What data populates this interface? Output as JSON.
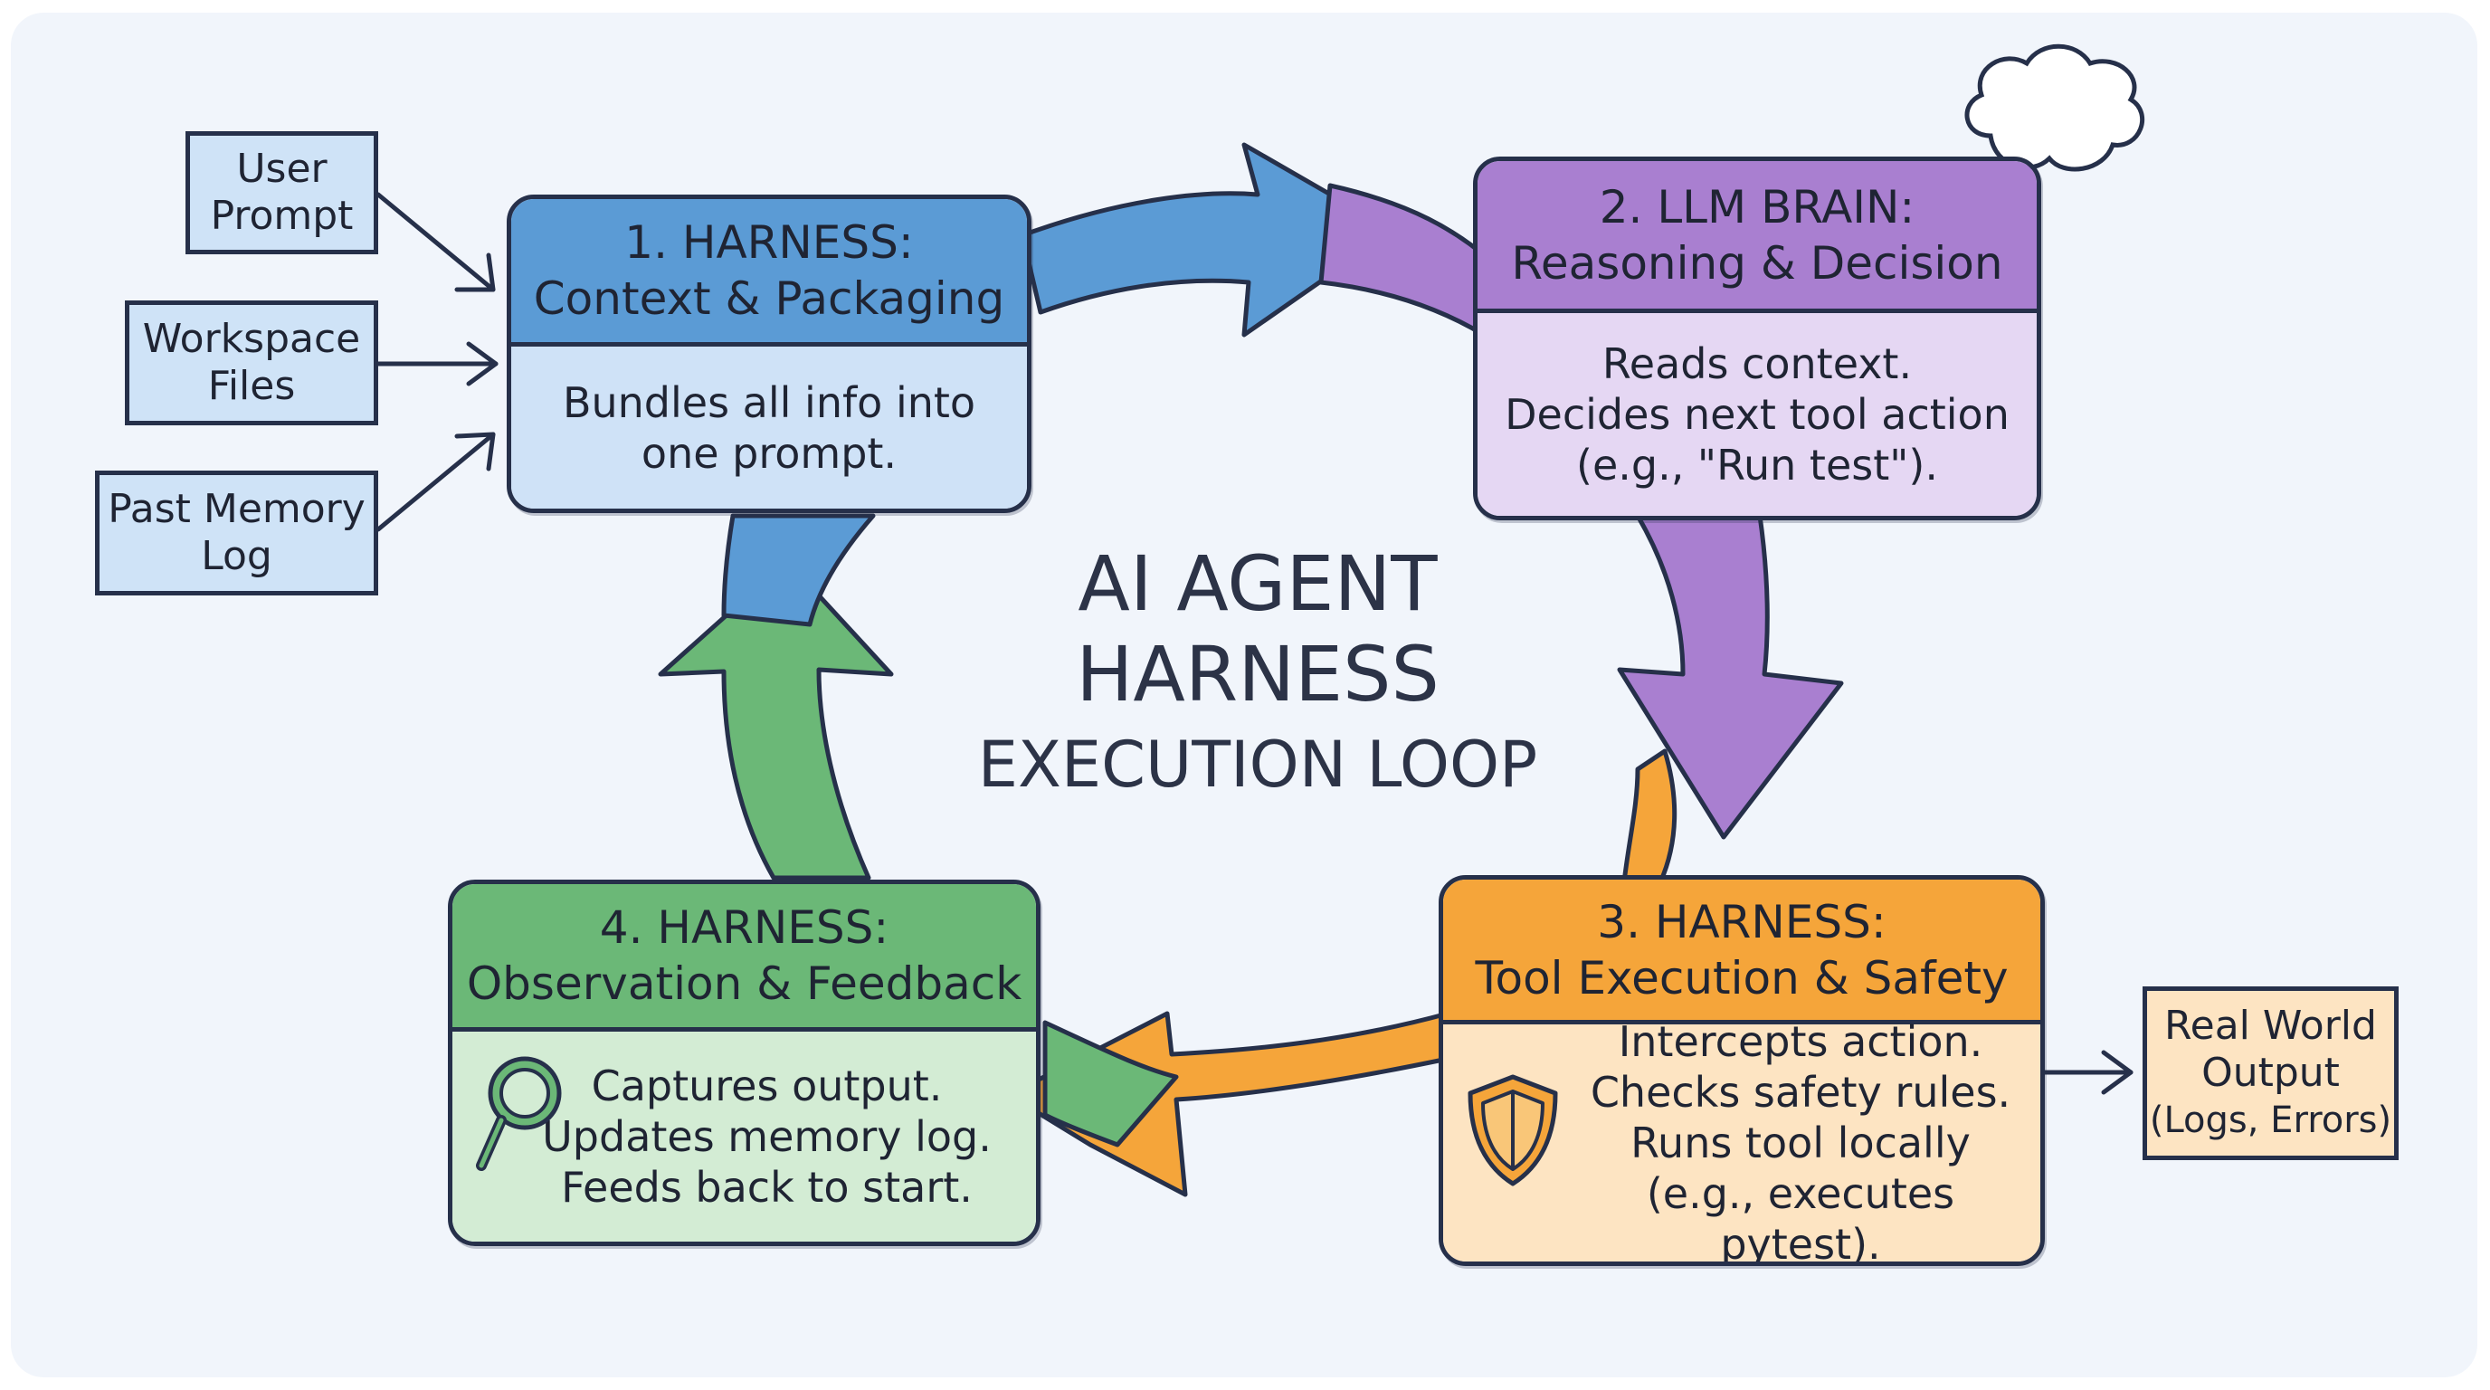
{
  "title": {
    "line1": "AI AGENT",
    "line2": "HARNESS",
    "line3": "EXECUTION LOOP"
  },
  "inputs": [
    {
      "line1": "User",
      "line2": "Prompt"
    },
    {
      "line1": "Workspace",
      "line2": "Files"
    },
    {
      "line1": "Past Memory",
      "line2": "Log"
    }
  ],
  "steps": [
    {
      "head1": "1. HARNESS:",
      "head2": "Context & Packaging",
      "body": [
        "Bundles all info into",
        "one prompt."
      ],
      "head_color": "#5b9bd5",
      "body_color": "#cfe2f7"
    },
    {
      "head1": "2. LLM BRAIN:",
      "head2": "Reasoning & Decision",
      "body": [
        "Reads context.",
        "Decides next tool action",
        "(e.g., \"Run test\")."
      ],
      "head_color": "#a97fd0",
      "body_color": "#e5d7f3"
    },
    {
      "head1": "3. HARNESS:",
      "head2": "Tool Execution & Safety",
      "body": [
        "Intercepts action.",
        "Checks safety rules.",
        "Runs tool locally",
        "(e.g., executes pytest)."
      ],
      "head_color": "#f5a53a",
      "body_color": "#fde4c2"
    },
    {
      "head1": "4. HARNESS:",
      "head2": "Observation & Feedback",
      "body": [
        "Captures output.",
        "Updates memory log.",
        "Feeds back to start."
      ],
      "head_color": "#6bb877",
      "body_color": "#d3ecd4"
    }
  ],
  "output": {
    "line1": "Real World",
    "line2": "Output",
    "line3": "(Logs, Errors)"
  },
  "icons": {
    "llm": "thought-cloud-icon",
    "safety": "shield-icon",
    "observe": "magnifier-icon"
  }
}
